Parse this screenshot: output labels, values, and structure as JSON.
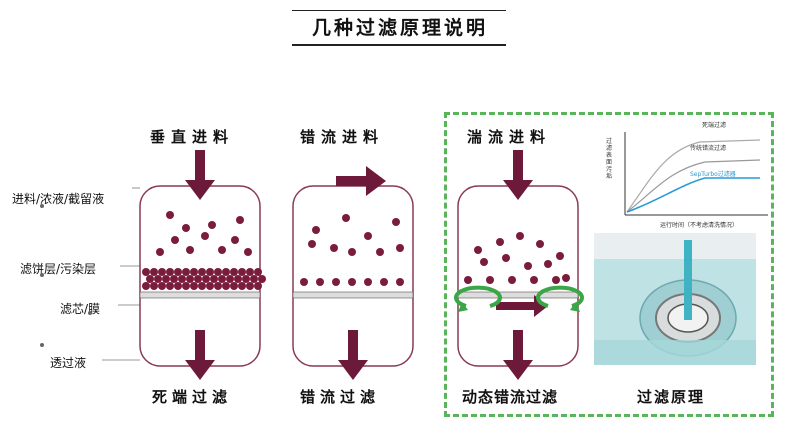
{
  "title": "几种过滤原理说明",
  "panels": [
    {
      "id": "dead-end",
      "header": "垂直进料",
      "footer": "死端过滤"
    },
    {
      "id": "crossflow",
      "header": "错流进料",
      "footer": "错流过滤"
    },
    {
      "id": "dynamic",
      "header": "湍流进料",
      "footer": "动态错流过滤"
    }
  ],
  "side_labels": [
    "进料/浓液/截留液",
    "滤饼层/污染层",
    "滤芯/膜",
    "透过液"
  ],
  "photo_caption": "过滤原理",
  "graph": {
    "ylabel": "过滤表面污垢",
    "xlabel": "运行时间（不考虑清洗情况）",
    "curve_labels": [
      "死端过滤",
      "传统错流过滤",
      "SepTurbo过滤器"
    ]
  },
  "colors": {
    "particle": "#7a1c3c",
    "arrow": "#6d1a3a",
    "green_arrow": "#3aa648",
    "dash": "#5ab55a",
    "curve_blue": "#2b9ad6"
  }
}
